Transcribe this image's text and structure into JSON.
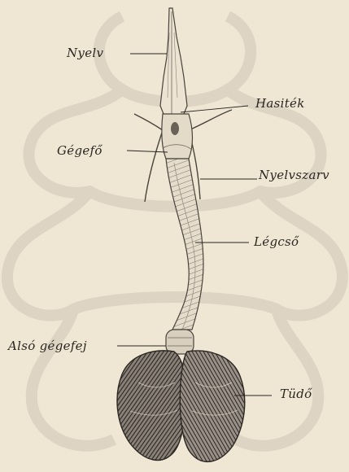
{
  "figure": {
    "labels": {
      "nyelv": "Nyelv",
      "hasitek": "Hasiték",
      "gegefo": "Gégefő",
      "nyelvszarv": "Nyelvszarv",
      "legcso": "Légcső",
      "also_gegefej": "Alsó gégefej",
      "tudo": "Tüdő"
    },
    "colors": {
      "paper": "#efe6d4",
      "watermark": "#ddd4c3",
      "ink": "#2a2622",
      "specimen_light": "#d9cfbf",
      "specimen_dark": "#3a342e"
    }
  }
}
